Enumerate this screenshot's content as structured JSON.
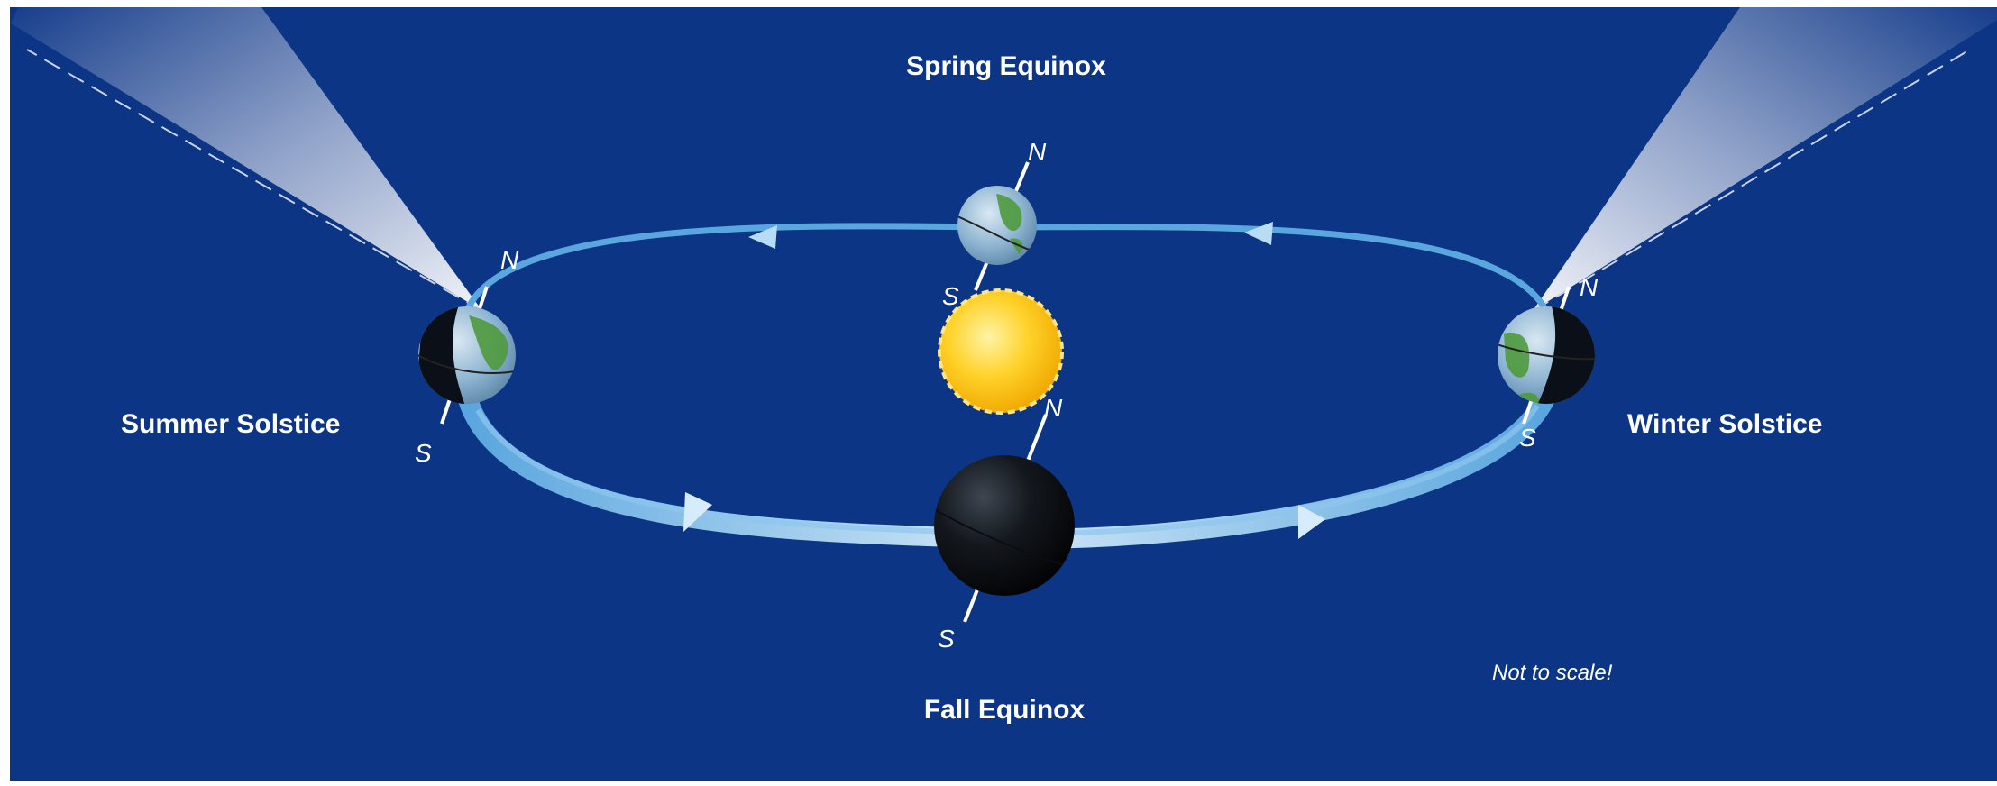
{
  "labels": {
    "spring_equinox": "Spring Equinox",
    "summer_solstice": "Summer Solstice",
    "winter_solstice": "Winter Solstice",
    "fall_equinox": "Fall Equinox",
    "note": "Not to scale!"
  },
  "poles": {
    "north": "N",
    "south": "S"
  },
  "colors": {
    "background": "#0c3586",
    "orbit": "#5aa6de",
    "sun": "#ffc81c",
    "sun_rim": "#ffe58a",
    "earth_ocean": "#8fb7d6",
    "earth_land": "#4f9a3d",
    "earth_night": "#0a0f18",
    "sunlight_cone": "#e6e9f4"
  }
}
